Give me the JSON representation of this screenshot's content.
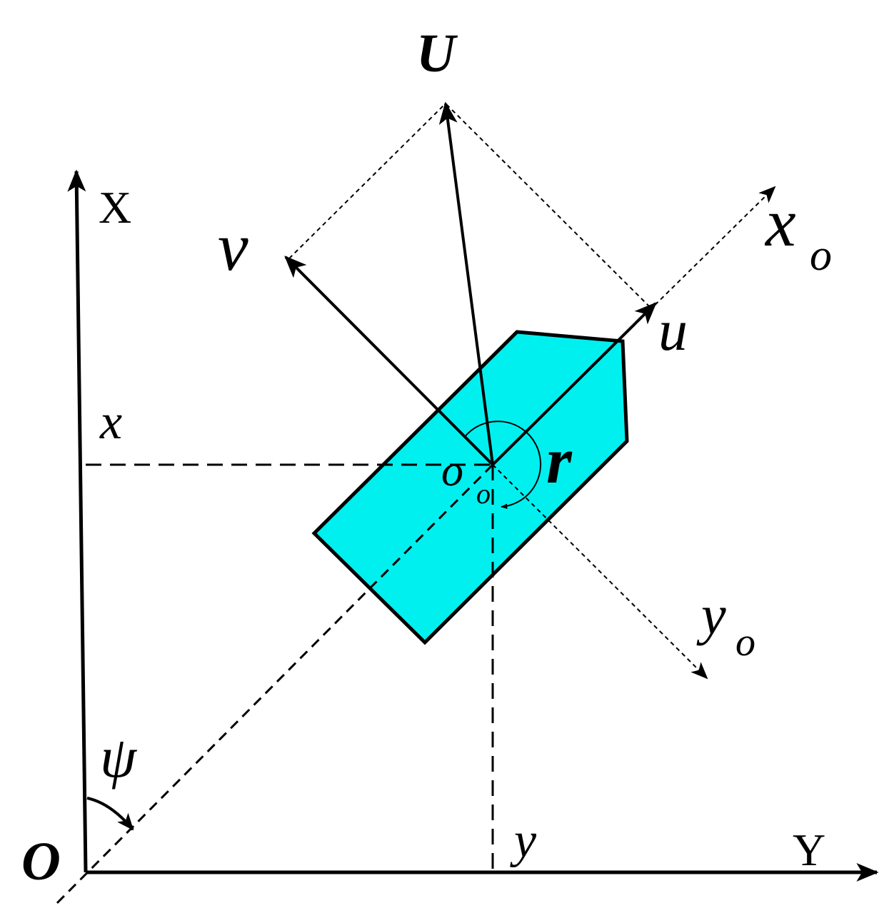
{
  "diagram": {
    "labels": {
      "earth_x_axis": "X",
      "earth_y_axis": "Y",
      "earth_origin": "O",
      "resultant_velocity": "U",
      "surge_velocity": "u",
      "sway_velocity": "v",
      "body_x_axis": "x",
      "body_x_axis_sub": "o",
      "body_y_axis": "y",
      "body_y_axis_sub": "o",
      "body_origin": "o",
      "body_origin_sub": "o",
      "yaw_rate": "r",
      "heading_angle": "ψ",
      "position_x": "x",
      "position_y": "y"
    },
    "colors": {
      "vessel_fill": "#00F0F0",
      "stroke": "#000000"
    }
  }
}
